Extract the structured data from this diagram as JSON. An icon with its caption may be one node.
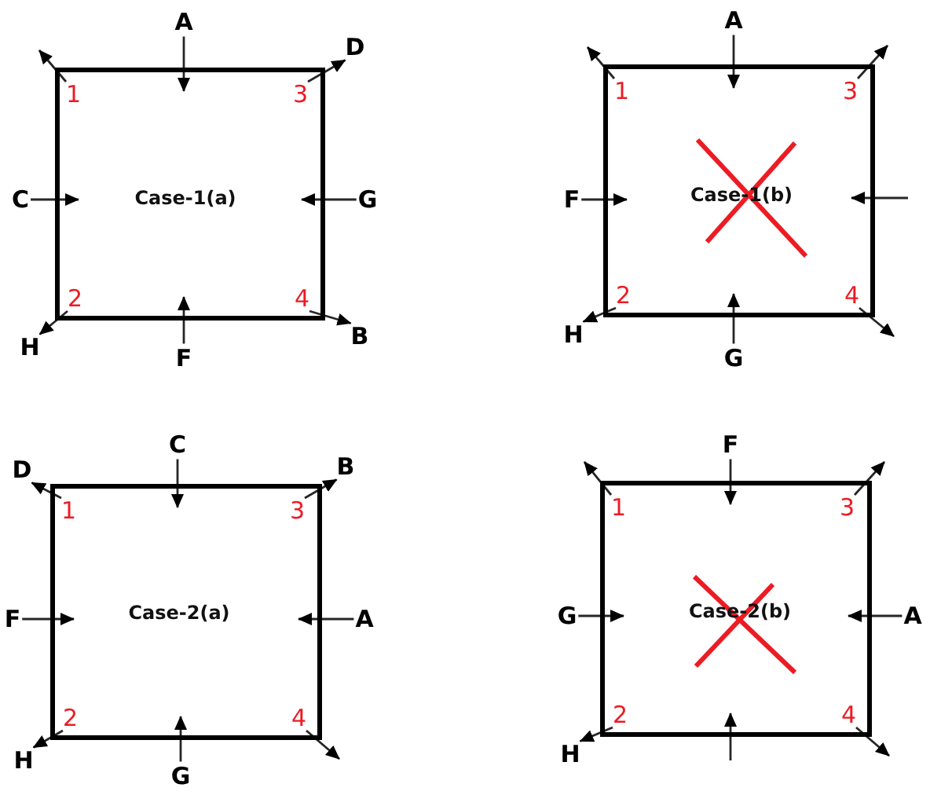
{
  "diagram": {
    "nodes": [
      {
        "text": [
          "Case-1(a)"
        ]
      },
      {
        "text": [
          "1"
        ],
        "in": 0
      },
      {
        "text": [
          "3"
        ],
        "in": 0
      },
      {
        "text": [
          "2"
        ],
        "in": 0
      },
      {
        "text": [
          "4"
        ],
        "in": 0
      },
      {
        "text": [
          "A"
        ]
      },
      {
        "text": [
          "D"
        ]
      },
      {
        "text": [
          "C"
        ]
      },
      {
        "text": [
          "G"
        ]
      },
      {
        "text": [
          "H"
        ]
      },
      {
        "text": [
          "F"
        ]
      },
      {
        "text": [
          "B"
        ]
      },
      {
        "text": [
          "Case-1(b)"
        ]
      },
      {
        "text": [
          "1"
        ],
        "in": 12
      },
      {
        "text": [
          "3"
        ],
        "in": 12
      },
      {
        "text": [
          "2"
        ],
        "in": 12
      },
      {
        "text": [
          "4"
        ],
        "in": 12
      },
      {
        "text": [
          "A"
        ]
      },
      {
        "text": [
          "F"
        ]
      },
      {
        "text": [
          "H"
        ]
      },
      {
        "text": [
          "G"
        ]
      },
      {
        "text": [
          "Case-2(a)"
        ]
      },
      {
        "text": [
          "1"
        ],
        "in": 21
      },
      {
        "text": [
          "3"
        ],
        "in": 21
      },
      {
        "text": [
          "2"
        ],
        "in": 21
      },
      {
        "text": [
          "4"
        ],
        "in": 21
      },
      {
        "text": [
          "D"
        ]
      },
      {
        "text": [
          "C"
        ]
      },
      {
        "text": [
          "B"
        ]
      },
      {
        "text": [
          "F"
        ]
      },
      {
        "text": [
          "A"
        ]
      },
      {
        "text": [
          "H"
        ]
      },
      {
        "text": [
          "G"
        ]
      },
      {
        "text": [
          "Case-2(b)"
        ]
      },
      {
        "text": [
          "1"
        ],
        "in": 33
      },
      {
        "text": [
          "3"
        ],
        "in": 33
      },
      {
        "text": [
          "2"
        ],
        "in": 33
      },
      {
        "text": [
          "4"
        ],
        "in": 33
      },
      {
        "text": [
          "F"
        ]
      },
      {
        "text": [
          "G"
        ]
      },
      {
        "text": [
          "A"
        ]
      },
      {
        "text": [
          "H"
        ]
      }
    ],
    "edges": [
      {
        "from": 5,
        "to": 0,
        "arrow": "to"
      },
      {
        "from": 1,
        "to": null,
        "arrow": "to"
      },
      {
        "from": 2,
        "to": 6,
        "arrow": "to"
      },
      {
        "from": 7,
        "to": 0,
        "arrow": "to"
      },
      {
        "from": 8,
        "to": 0,
        "arrow": "to"
      },
      {
        "from": 3,
        "to": 9,
        "arrow": "to"
      },
      {
        "from": 10,
        "to": 0,
        "arrow": "to"
      },
      {
        "from": 4,
        "to": 11,
        "arrow": "to"
      },
      {
        "from": 17,
        "to": 12,
        "arrow": "to"
      },
      {
        "from": 13,
        "to": null,
        "arrow": "to"
      },
      {
        "from": 14,
        "to": null,
        "arrow": "to"
      },
      {
        "from": 18,
        "to": 12,
        "arrow": "to"
      },
      {
        "from": null,
        "to": 12,
        "arrow": "to"
      },
      {
        "from": 15,
        "to": 19,
        "arrow": "to"
      },
      {
        "from": 20,
        "to": 12,
        "arrow": "to"
      },
      {
        "from": 16,
        "to": null,
        "arrow": "to"
      },
      {
        "from": 27,
        "to": 21,
        "arrow": "to"
      },
      {
        "from": 22,
        "to": 26,
        "arrow": "to"
      },
      {
        "from": 23,
        "to": 28,
        "arrow": "to"
      },
      {
        "from": 29,
        "to": 21,
        "arrow": "to"
      },
      {
        "from": 30,
        "to": 21,
        "arrow": "to"
      },
      {
        "from": 24,
        "to": 31,
        "arrow": "to"
      },
      {
        "from": 32,
        "to": 21,
        "arrow": "to"
      },
      {
        "from": 25,
        "to": null,
        "arrow": "to"
      },
      {
        "from": 38,
        "to": 33,
        "arrow": "to"
      },
      {
        "from": 34,
        "to": null,
        "arrow": "to"
      },
      {
        "from": 35,
        "to": null,
        "arrow": "to"
      },
      {
        "from": 39,
        "to": 33,
        "arrow": "to"
      },
      {
        "from": 40,
        "to": 33,
        "arrow": "to"
      },
      {
        "from": 36,
        "to": 41,
        "arrow": "to"
      },
      {
        "from": null,
        "to": 33,
        "arrow": "to"
      },
      {
        "from": 37,
        "to": null,
        "arrow": "to"
      }
    ]
  }
}
